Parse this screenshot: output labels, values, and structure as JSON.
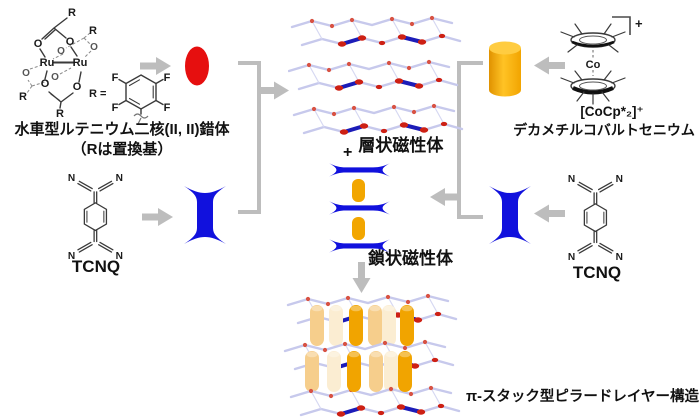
{
  "molecule_labels": {
    "ruthenium": "Ru",
    "oxygen": "O",
    "substituent": "R",
    "r_equals": "R =",
    "fluorine": "F",
    "nitrogen": "N",
    "cobalt": "Co",
    "cation_charge": "+"
  },
  "left": {
    "ru_caption_line1": "水車型ルテニウム二核(II, II)錯体",
    "ru_caption_line2": "（Rは置換基）",
    "tcnq_caption": "TCNQ"
  },
  "middle": {
    "plus": "+",
    "layered_caption": "層状磁性体",
    "chain_caption": "鎖状磁性体",
    "pillared_caption": "π-スタック型ピラードレイヤー構造"
  },
  "right": {
    "cocp_formula": "[CoCp*₂]⁺",
    "cocp_caption": "デカメチルコバルトセニウム",
    "tcnq_caption": "TCNQ"
  },
  "colors": {
    "red_unit": "#e60f0f",
    "blue_unit": "#1111dd",
    "gold_unit": "#f2a600",
    "gold_mid": "#f6ce8c",
    "gold_pale": "#fbedd2",
    "arrow_gray": "#bdbdbd",
    "lattice_back": "#c7c9ec",
    "lattice_front": "#1c1cb8",
    "node_red": "#cd2014"
  }
}
